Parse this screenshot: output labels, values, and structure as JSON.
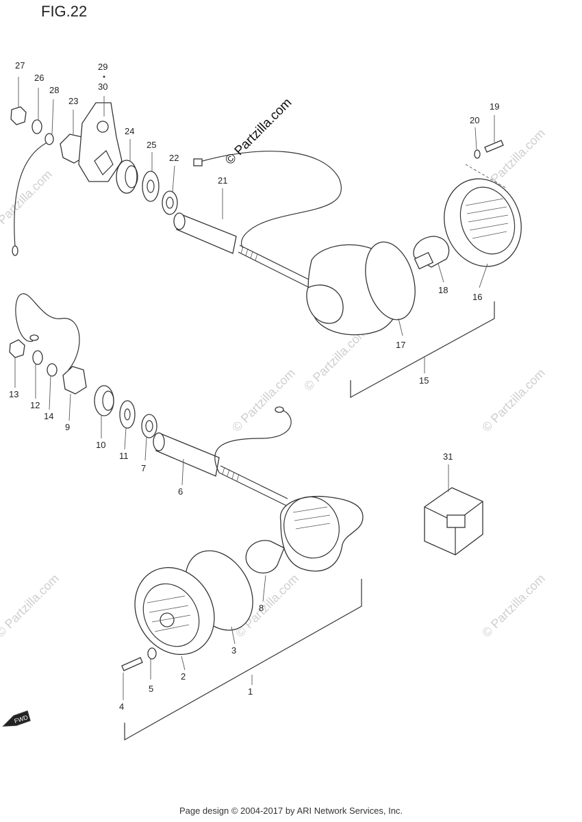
{
  "figure_title": "FIG.22",
  "watermark_main": "© Partzilla.com",
  "watermark_faint": "© Partzilla.com",
  "fwd_label": "FWD",
  "footer": "Page design © 2004-2017 by ARI Network Services, Inc.",
  "callouts": {
    "n1": "1",
    "n2": "2",
    "n3": "3",
    "n4": "4",
    "n5": "5",
    "n6": "6",
    "n7": "7",
    "n8": "8",
    "n9": "9",
    "n10": "10",
    "n11": "11",
    "n12": "12",
    "n13": "13",
    "n14": "14",
    "n15": "15",
    "n16": "16",
    "n17": "17",
    "n18": "18",
    "n19": "19",
    "n20": "20",
    "n21": "21",
    "n22": "22",
    "n23": "23",
    "n24": "24",
    "n25": "25",
    "n26": "26",
    "n27": "27",
    "n28": "28",
    "n29": "29",
    "n30": "30",
    "n31": "31"
  }
}
